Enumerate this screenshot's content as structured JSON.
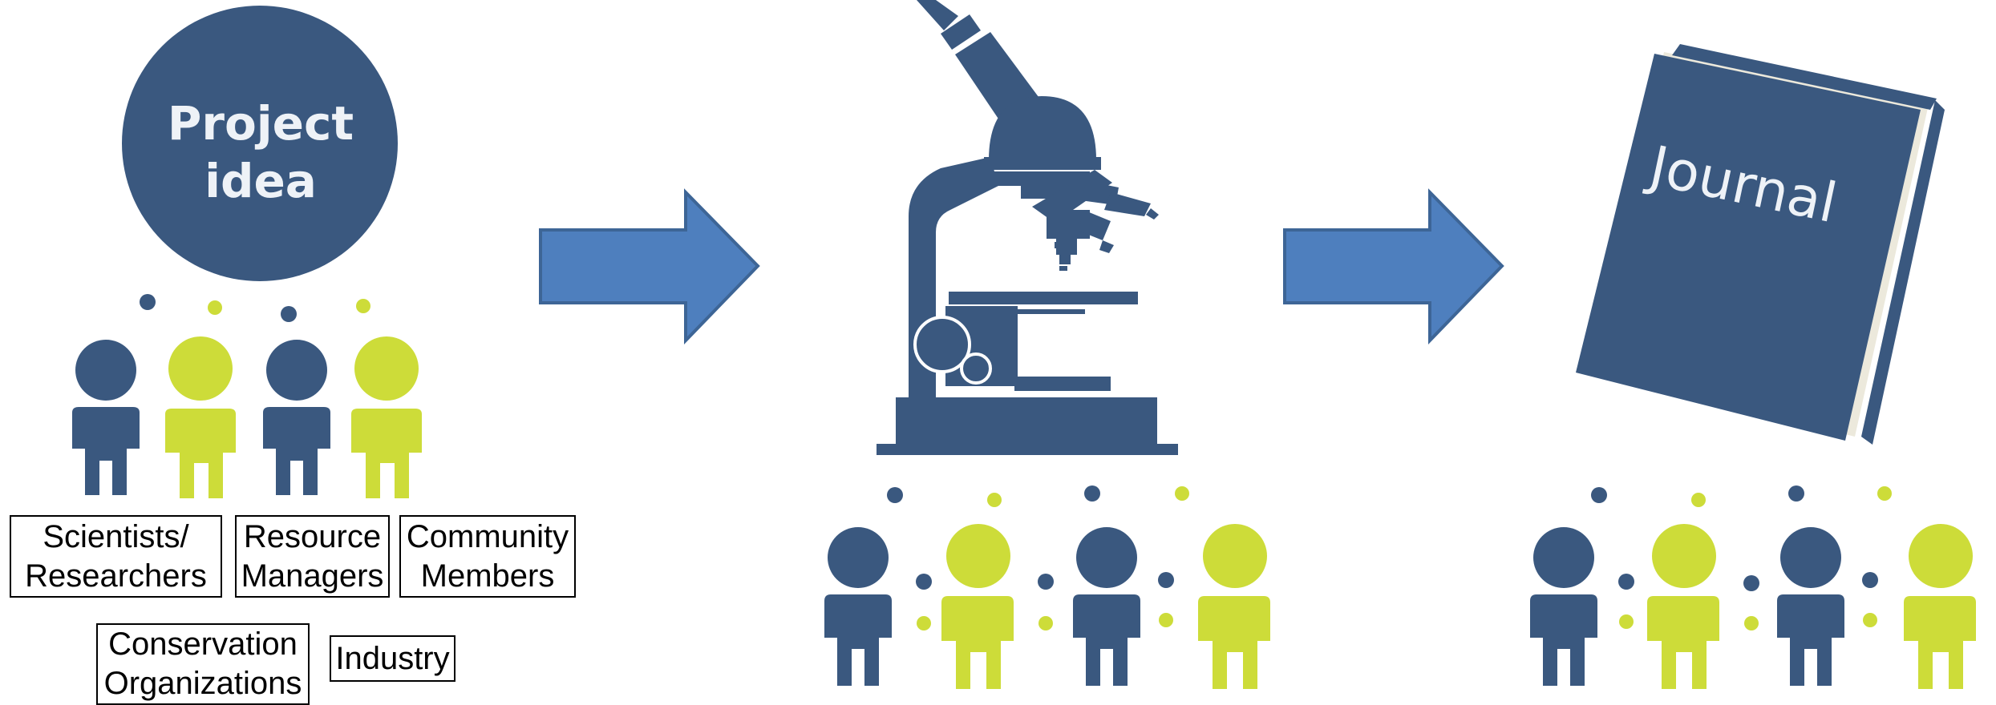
{
  "colors": {
    "navy": "#3a587f",
    "lime": "#cddc39",
    "arrow_fill": "#4e7fbe",
    "arrow_stroke": "#3d6596",
    "book_pages": "#ece9dc"
  },
  "idea": {
    "line1": "Project",
    "line2": "idea"
  },
  "stakeholders": {
    "scientists": [
      "Scientists/",
      "Researchers"
    ],
    "managers": [
      "Resource",
      "Managers"
    ],
    "community": [
      "Community",
      "Members"
    ],
    "conservation": [
      "Conservation",
      "Organizations"
    ],
    "industry": "Industry"
  },
  "journal": {
    "title": "Journal"
  },
  "icons": {
    "people": "people-group-icon",
    "microscope": "microscope-icon",
    "book": "journal-book-icon",
    "arrow": "right-arrow-icon"
  }
}
